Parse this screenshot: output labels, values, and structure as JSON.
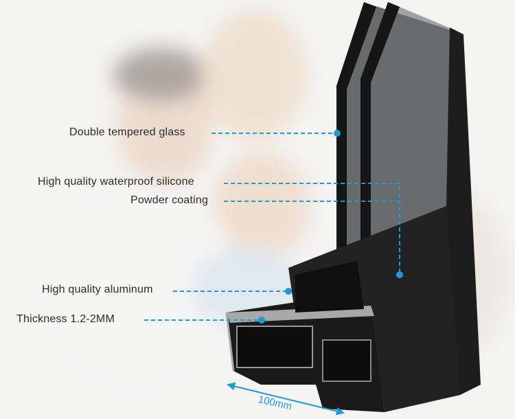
{
  "labels": {
    "glass": "Double tempered glass",
    "silicone": "High quality waterproof silicone",
    "powder": "Powder coating",
    "aluminum": "High quality aluminum",
    "thickness": "Thickness 1.2-2MM"
  },
  "dimension": "100mm",
  "colors": {
    "accent": "#1e9ad9",
    "frame": "#1b1b1b",
    "background": "#f3f3f2"
  }
}
